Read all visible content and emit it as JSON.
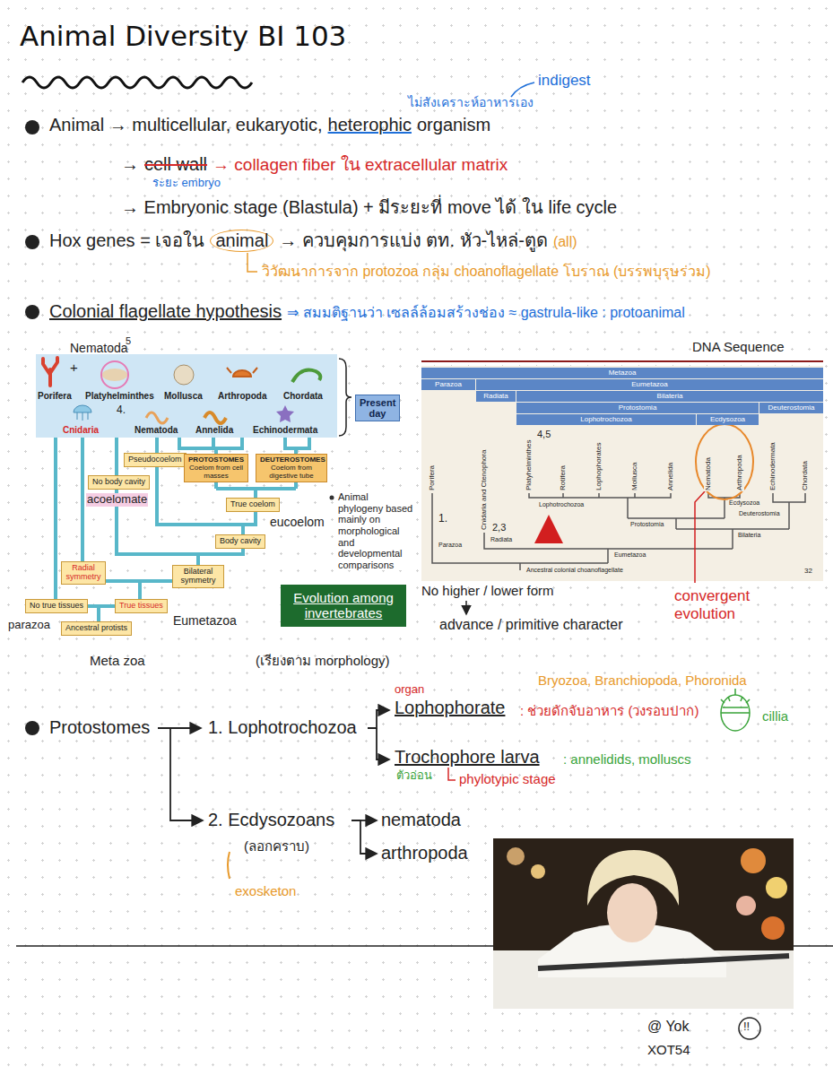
{
  "diagram": {
    "title": "Animal Diversity BI 103",
    "nodes": [
      {
        "text": [
          "Present day"
        ]
      },
      {
        "text": [
          "Pseudocoelom"
        ]
      },
      {
        "text": [
          "PROTOSTOMES",
          "Coelom from cell masses"
        ]
      },
      {
        "text": [
          "DEUTEROSTOMES",
          "Coelom from digestive tube"
        ]
      },
      {
        "text": [
          "No body cavity"
        ]
      },
      {
        "text": [
          "True coelom"
        ]
      },
      {
        "text": [
          "Body cavity"
        ]
      },
      {
        "text": [
          "Radial symmetry"
        ]
      },
      {
        "text": [
          "Bilateral symmetry"
        ]
      },
      {
        "text": [
          "No true tissues"
        ]
      },
      {
        "text": [
          "True tissues"
        ]
      },
      {
        "text": [
          "Ancestral protists"
        ]
      },
      {
        "text": [
          "Evolution among invertebrates"
        ]
      },
      {
        "text": [
          "Metazoa"
        ]
      },
      {
        "text": [
          "Parazoa"
        ]
      },
      {
        "text": [
          "Eumetazoa"
        ]
      },
      {
        "text": [
          "Radiata"
        ]
      },
      {
        "text": [
          "Bilateria"
        ]
      },
      {
        "text": [
          "Protostomia"
        ]
      },
      {
        "text": [
          "Deuterostomia"
        ]
      },
      {
        "text": [
          "Lophotrochozoa"
        ]
      },
      {
        "text": [
          "Ecdysozoa"
        ]
      }
    ],
    "labels": [
      "ไม่สังเคราะห์อาหารเอง",
      "indigest",
      "Animal → multicellular, eukaryotic,",
      "heterophic",
      "organism",
      "→",
      "cell wall",
      "→ collagen fiber ใน extracellular matrix",
      "ระยะ embryo",
      "→ Embryonic stage (Blastula) + มีระยะที่ move ได้ ใน life cycle",
      "Hox genes = เจอใน",
      "animal",
      "→ ควบคุมการแบ่ง ตท. หัว-ไหล่-ตูด",
      "(all)",
      "วิวัฒนาการจาก protozoa กลุ่ม choanoflagellate โบราณ (บรรพบุรุษร่วม)",
      "Colonial flagellate hypothesis",
      "⇒ สมมติฐานว่า เซลล์ล้อมสร้างช่อง ≈ gastrula-like : protoanimal",
      "Nematoda",
      "5",
      "+",
      "Porifera",
      "Platyhelminthes",
      "Mollusca",
      "Arthropoda",
      "Chordata",
      "4.",
      "Cnidaria",
      "Nematoda",
      "Annelida",
      "Echinodermata",
      "acoelomate",
      "Animal phylogeny based mainly on morphological and developmental comparisons",
      "eucoelom",
      "parazoa",
      "Eumetazoa",
      "Meta zoa",
      "(เรียงตาม morphology)",
      "DNA Sequence",
      "4,5",
      "Porifera",
      "Cnidaria and Ctenophora",
      "Platyhelminthes",
      "Rotifera",
      "Lophophorates",
      "Mollusca",
      "Annelida",
      "Nematoda",
      "Arthropoda",
      "Echinodermata",
      "Chordata",
      "Lophotrochozoa",
      "Ecdysozoa",
      "Deuterostomia",
      "1.",
      "Protostomia",
      "2,3",
      "Bilateria",
      "Radiata",
      "Parazoa",
      "Eumetazoa",
      "Ancestral colonial choanoflagellate",
      "32",
      "No higher / lower form",
      "convergent evolution",
      "advance / primitive character",
      "Bryozoa, Branchiopoda, Phoronida",
      "organ",
      "Lophophorate",
      ": ช่วยดักจับอาหาร (วงรอบปาก)",
      "cillia",
      "Protostomes",
      "1. Lophotrochozoa",
      "Trochophore larva",
      ": annelidids, molluscs",
      "ตัวอ่อน",
      "phylotypic stage",
      "2. Ecdysozoans",
      "nematoda",
      "(ลอกคราบ)",
      "arthropoda",
      "exosketon",
      "@ Yok",
      "!!",
      "XOT54"
    ]
  }
}
